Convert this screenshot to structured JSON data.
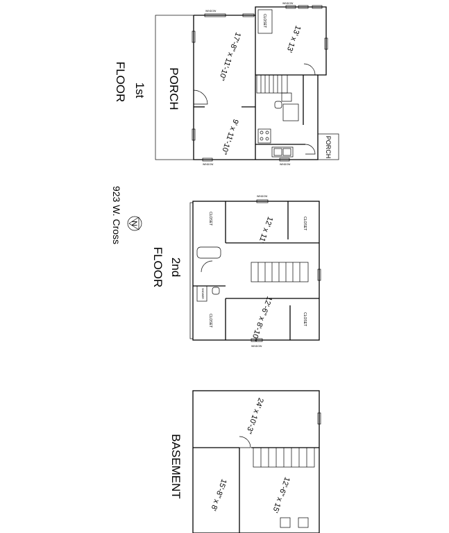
{
  "title": {
    "address": "923 W. Cross",
    "north": "N"
  },
  "floors": {
    "first": {
      "label_line1": "1st",
      "label_line2": "FLOOR",
      "porch_label": "PORCH",
      "side_porch_label": "PORCH",
      "rooms": [
        "17'-8\" x 11'-10\"",
        "9' x 11'-10\"",
        "13' x 13'"
      ],
      "closet": "CLOSET"
    },
    "second": {
      "label_line1": "2nd",
      "label_line2": "FLOOR",
      "rooms": [
        "12' x 11'",
        "12'-6\" x 8'-10\""
      ],
      "closet": "CLOSET",
      "shower": "SHOWER"
    },
    "basement": {
      "label": "BASEMENT",
      "rooms": [
        "24' x 10'-3\"",
        "15'-8\" x 8'",
        "12'-6\" x 15'"
      ]
    }
  },
  "colors": {
    "line": "#000000",
    "background": "#ffffff"
  }
}
